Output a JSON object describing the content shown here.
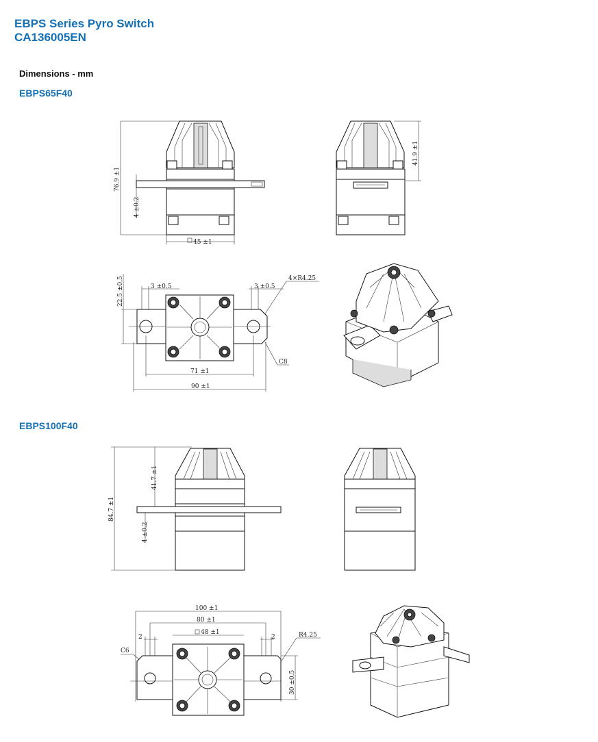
{
  "header": {
    "title": "EBPS Series Pyro Switch",
    "doc_code": "CA136005EN"
  },
  "section": {
    "heading": "Dimensions - mm"
  },
  "models": [
    {
      "name": "EBPS65F40",
      "dims": {
        "height_total": "76.9 ±1",
        "height_top": "41.9 ±1",
        "terminal_thickness": "4 ±0.2",
        "body_square": "45 ±1",
        "tab_width": "22.5 ±0.5",
        "slot_left": "3 ±0.5",
        "slot_right": "3 ±0.5",
        "radius": "4×R4.25",
        "chamfer": "C8",
        "hole_pitch": "71 ±1",
        "overall_length": "90 ±1"
      }
    },
    {
      "name": "EBPS100F40",
      "dims": {
        "height_total": "84.7 ±1",
        "height_top": "41.7 ±1",
        "terminal_thickness": "4 ±0.2",
        "overall_length": "100 ±1",
        "hole_pitch": "80 ±1",
        "body_square": "48 ±1",
        "slot_left": "2",
        "slot_right": "2",
        "radius": "R4.25",
        "chamfer": "C6",
        "tab_width": "30 ±0.5"
      }
    }
  ]
}
